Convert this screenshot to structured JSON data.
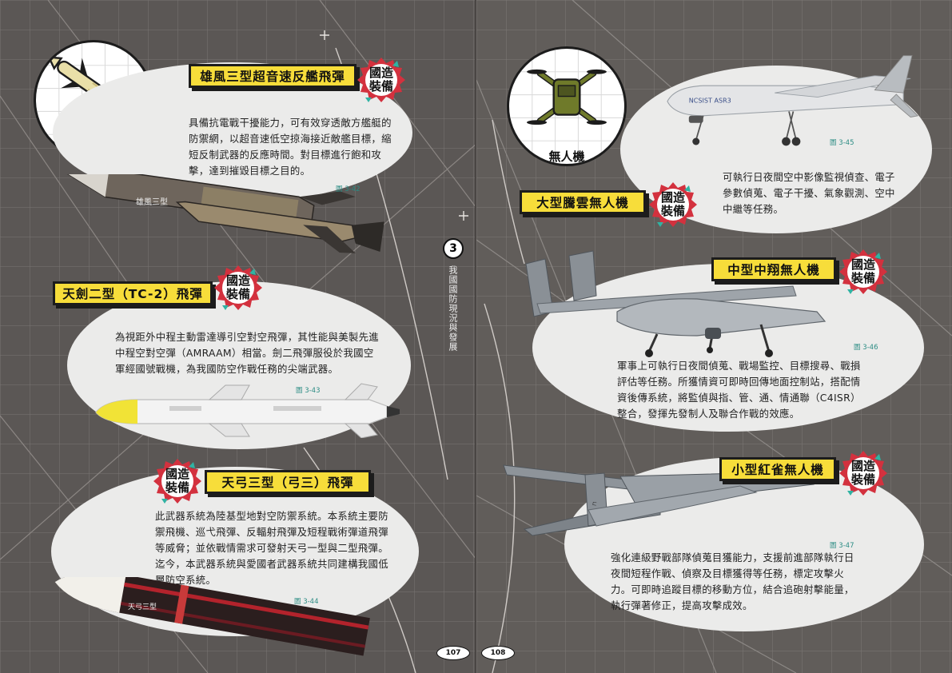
{
  "chapter": {
    "number": "3",
    "title": "我國國防現況與發展"
  },
  "pages": {
    "left": "107",
    "right": "108"
  },
  "badge": {
    "line1": "國造",
    "line2": "裝備"
  },
  "categories": {
    "missile": "飛彈",
    "drone": "無人機"
  },
  "items": {
    "hf3": {
      "title": "雄風三型超音速反艦飛彈",
      "body": "具備抗電戰干擾能力，可有效穿透敵方艦艇的防禦網，以超音速低空掠海接近敵艦目標，縮短反制武器的反應時間。對目標進行飽和攻擊，達到摧毀目標之目的。",
      "figure": "圖 3-42",
      "marking": "雄風三型"
    },
    "tc2": {
      "title": "天劍二型（TC-2）飛彈",
      "body": "為視距外中程主動雷達導引空對空飛彈，其性能與美製先進中程空對空彈（AMRAAM）相當。劍二飛彈服役於我國空軍經國號戰機，為我國防空作戰任務的尖端武器。",
      "figure": "圖 3-43"
    },
    "tk3": {
      "title": "天弓三型（弓三）飛彈",
      "body": "此武器系統為陸基型地對空防禦系統。本系統主要防禦飛機、巡弋飛彈、反輻射飛彈及短程戰術彈道飛彈等威脅；並依戰情需求可發射天弓一型與二型飛彈。迄今，本武器系統與愛國者武器系統共同建構我國低層防空系統。",
      "figure": "圖 3-44",
      "marking": "天弓三型"
    },
    "tengyun": {
      "title": "大型騰雲無人機",
      "body": "可執行日夜間空中影像監視偵查、電子參數偵蒐、電子干擾、氣象觀測、空中中繼等任務。",
      "figure": "圖 3-45",
      "marking": "NCSIST ASR3"
    },
    "zhongxiang": {
      "title": "中型中翔無人機",
      "body": "軍事上可執行日夜間偵蒐、戰場監控、目標搜尋、戰損評估等任務。所獲情資可即時回傳地面控制站，搭配情資後傳系統，將監偵與指、管、通、情通聯（C4ISR）整合，發揮先發制人及聯合作戰的效應。",
      "figure": "圖 3-46"
    },
    "hongque": {
      "title": "小型紅雀無人機",
      "body": "強化連級野戰部隊偵蒐目獲能力，支援前進部隊執行日夜間短程作戰、偵察及目標獲得等任務，標定攻擊火力。可即時追蹤目標的移動方位，結合追砲射擊能量，執行彈著修正，提高攻擊成效。",
      "figure": "圖 3-47"
    }
  },
  "colors": {
    "title_bg": "#f7dd3a",
    "badge_red": "#d3313e",
    "badge_teal": "#2fb3a3",
    "accent_teal": "#2b8c84"
  }
}
